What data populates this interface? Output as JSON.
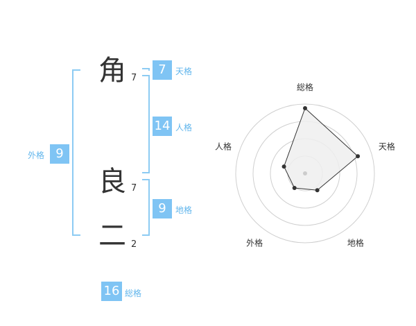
{
  "name": {
    "characters": [
      {
        "char": "角",
        "strokes": "7"
      },
      {
        "char": "良",
        "strokes": "7"
      },
      {
        "char": "二",
        "strokes": "2"
      }
    ]
  },
  "fortune": {
    "tenkaku": {
      "value": "7",
      "label": "天格"
    },
    "jinkaku": {
      "value": "14",
      "label": "人格"
    },
    "chikaku": {
      "value": "9",
      "label": "地格"
    },
    "gaikaku": {
      "value": "9",
      "label": "外格"
    },
    "soukaku": {
      "value": "16",
      "label": "総格"
    }
  },
  "colors": {
    "accent": "#7fc4f4",
    "bracket": "#8ccbf3",
    "label": "#62b6ec"
  },
  "chart_data": {
    "type": "radar",
    "axes": [
      "総格",
      "天格",
      "地格",
      "外格",
      "人格"
    ],
    "values": [
      4.7,
      4.0,
      1.5,
      1.3,
      1.6
    ],
    "max": 5,
    "rings": 4,
    "grid": true
  }
}
